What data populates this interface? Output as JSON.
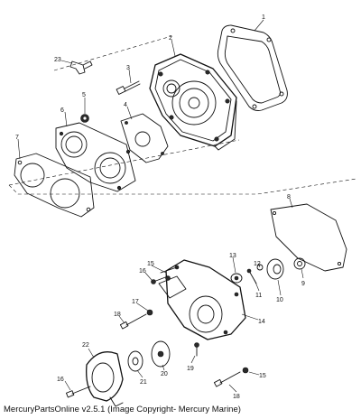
{
  "diagram": {
    "caption": "MercuryPartsOnline v2.5.1 (Image Copyright- Mercury Marine)",
    "callouts": [
      {
        "id": "1",
        "label": "1"
      },
      {
        "id": "2",
        "label": "2"
      },
      {
        "id": "3",
        "label": "3"
      },
      {
        "id": "4",
        "label": "4"
      },
      {
        "id": "5",
        "label": "5"
      },
      {
        "id": "6",
        "label": "6"
      },
      {
        "id": "7",
        "label": "7"
      },
      {
        "id": "8",
        "label": "8"
      },
      {
        "id": "9",
        "label": "9"
      },
      {
        "id": "10",
        "label": "10"
      },
      {
        "id": "11",
        "label": "11"
      },
      {
        "id": "12",
        "label": "12"
      },
      {
        "id": "13",
        "label": "13"
      },
      {
        "id": "14",
        "label": "14"
      },
      {
        "id": "15a",
        "label": "15"
      },
      {
        "id": "15b",
        "label": "15"
      },
      {
        "id": "16a",
        "label": "16"
      },
      {
        "id": "16b",
        "label": "16"
      },
      {
        "id": "17",
        "label": "17"
      },
      {
        "id": "18a",
        "label": "18"
      },
      {
        "id": "18b",
        "label": "18"
      },
      {
        "id": "19",
        "label": "19"
      },
      {
        "id": "20",
        "label": "20"
      },
      {
        "id": "21",
        "label": "21"
      },
      {
        "id": "22",
        "label": "22"
      },
      {
        "id": "23",
        "label": "23"
      }
    ]
  }
}
